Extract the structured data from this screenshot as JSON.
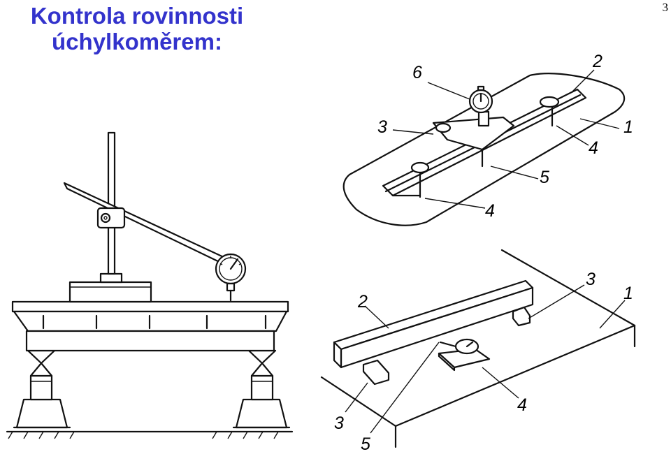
{
  "slide": {
    "title_line1": "Kontrola rovinnosti",
    "title_line2": "úchylkoměrem:",
    "page_number": "3"
  },
  "diagram_top_right": {
    "labels": [
      "6",
      "2",
      "3",
      "1",
      "4",
      "5",
      "4"
    ]
  },
  "diagram_bottom_right": {
    "labels": [
      "3",
      "2",
      "1",
      "4",
      "3",
      "5"
    ]
  }
}
